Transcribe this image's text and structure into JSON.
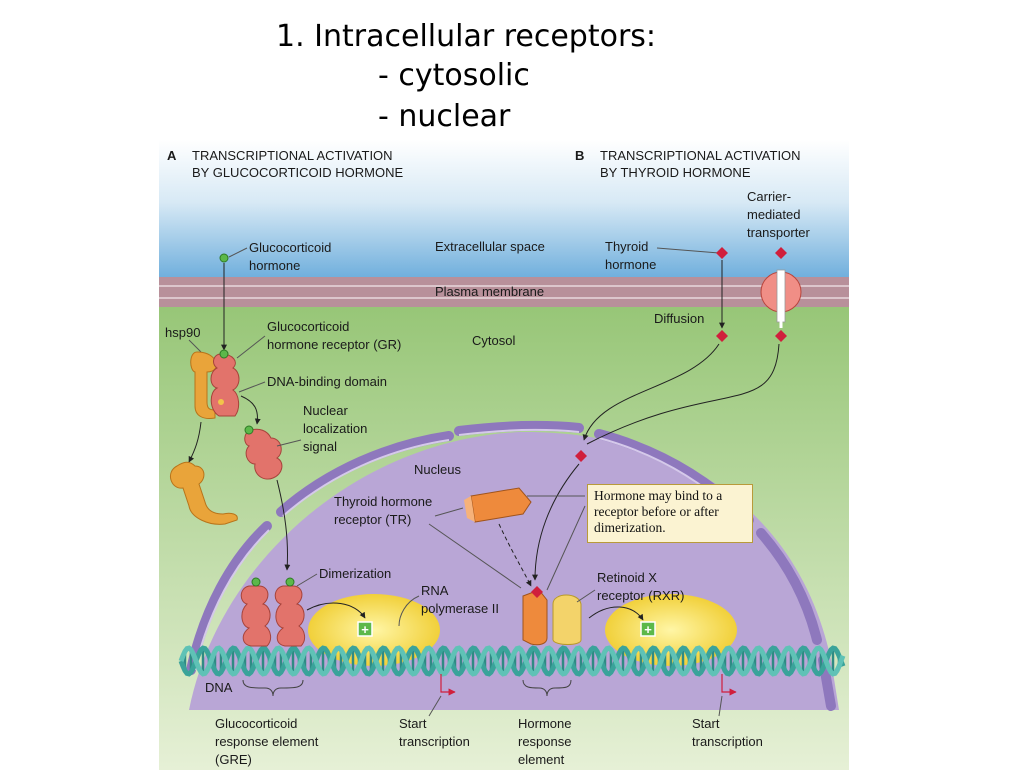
{
  "slide": {
    "title": "1. Intracellular receptors:",
    "items": [
      "- cytosolic",
      "- nuclear"
    ]
  },
  "figure": {
    "panel_a": {
      "letter": "A",
      "heading": [
        "TRANSCRIPTIONAL ACTIVATION",
        "BY GLUCOCORTICOID HORMONE"
      ]
    },
    "panel_b": {
      "letter": "B",
      "heading": [
        "TRANSCRIPTIONAL ACTIVATION",
        "BY THYROID HORMONE"
      ]
    },
    "labels": {
      "extracellular_space": "Extracellular space",
      "plasma_membrane": "Plasma membrane",
      "cytosol": "Cytosol",
      "nucleus": "Nucleus",
      "dna": "DNA",
      "hsp90": "hsp90",
      "glucocorticoid_hormone": [
        "Glucocorticoid",
        "hormone"
      ],
      "gr": [
        "Glucocorticoid",
        "hormone receptor (GR)"
      ],
      "dna_binding_domain": "DNA-binding domain",
      "nls": [
        "Nuclear",
        "localization",
        "signal"
      ],
      "thyroid_hormone": [
        "Thyroid",
        "hormone"
      ],
      "carrier": [
        "Carrier-",
        "mediated",
        "transporter"
      ],
      "diffusion": "Diffusion",
      "tr": [
        "Thyroid hormone",
        "receptor (TR)"
      ],
      "dimerization": "Dimerization",
      "rna_pol": [
        "RNA",
        "polymerase II"
      ],
      "rxr": [
        "Retinoid X",
        "receptor (RXR)"
      ],
      "gre": [
        "Glucocorticoid",
        "response element",
        "(GRE)"
      ],
      "start_transcription_1": [
        "Start",
        "transcription"
      ],
      "hre": [
        "Hormone",
        "response",
        "element"
      ],
      "start_transcription_2": [
        "Start",
        "transcription"
      ]
    },
    "callout": "Hormone may bind to a receptor before or after dimerization.",
    "colors": {
      "extracellular": "#7fb6de",
      "membrane": "#b8909a",
      "cytosol": "#a6cf86",
      "nucleus": "#b9a6d6",
      "nuclear_envelope": "#8e78bd",
      "receptor_gr": "#e2736b",
      "hsp90": "#e9a43a",
      "tr": "#ee8a3c",
      "rxr": "#f3d36a",
      "thyroid_hormone": "#d01f3c",
      "glucocorticoid_hormone": "#5cb84a",
      "dna": "#3aa39a"
    }
  }
}
